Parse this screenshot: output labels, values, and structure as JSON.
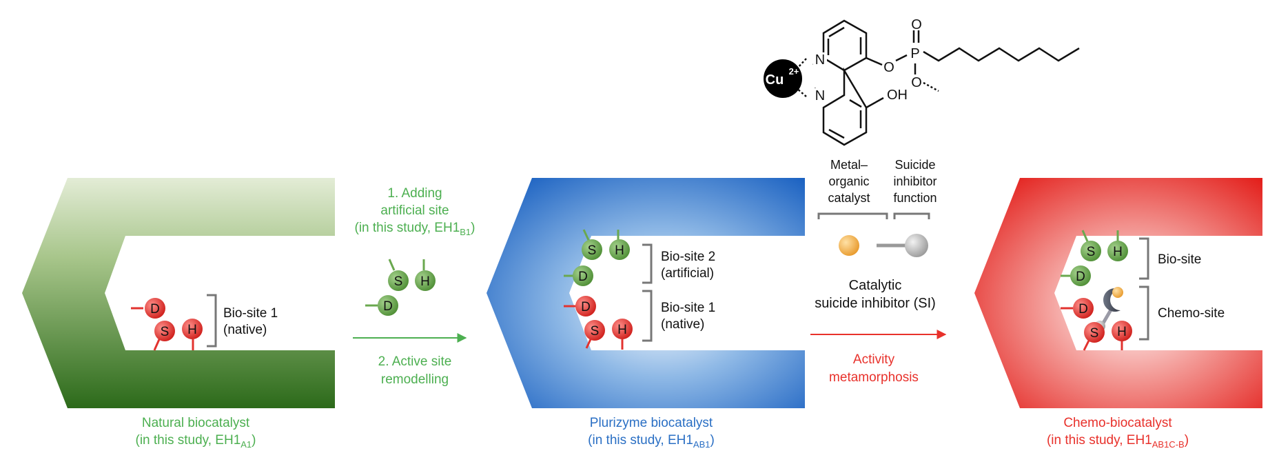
{
  "colors": {
    "green_text": "#4caf50",
    "green_dark": "#2e6a1c",
    "green_light": "#d7e4c5",
    "blue_text": "#2a6fc4",
    "blue_dark": "#1f66c4",
    "red_text": "#e8312b",
    "red_dark": "#e52420",
    "residue_red": "#e2332f",
    "residue_green": "#6aa84f",
    "black": "#111111"
  },
  "residues": {
    "d": "D",
    "s": "S",
    "h": "H"
  },
  "panel1": {
    "bracket_line1": "Bio-site 1",
    "bracket_line2": "(native)",
    "caption_line1": "Natural biocatalyst",
    "caption_line2_prefix": "(in this study, EH1",
    "caption_sub": "A1",
    "caption_suffix": ")"
  },
  "arrow1": {
    "top_line1": "1. Adding",
    "top_line2": "artificial site",
    "top_line3_prefix": "(in this study, EH1",
    "top_sub": "B1",
    "top_suffix": ")",
    "bottom_line1": "2. Active site",
    "bottom_line2": "remodelling"
  },
  "panel2": {
    "bracket2_line1": "Bio-site 2",
    "bracket2_line2": "(artificial)",
    "bracket1_line1": "Bio-site 1",
    "bracket1_line2": "(native)",
    "caption_line1": "Plurizyme biocatalyst",
    "caption_line2_prefix": "(in this study, EH1",
    "caption_sub": "AB1",
    "caption_suffix": ")"
  },
  "molecule": {
    "metal": "Cu",
    "charge": "2+",
    "n_top": "N",
    "n_bottom": "N",
    "o_ester": "O",
    "p": "P",
    "o_double": "O",
    "o_methoxy": "O",
    "oh": "OH"
  },
  "si_legend": {
    "label1_line1": "Metal–",
    "label1_line2": "organic",
    "label1_line3": "catalyst",
    "label2_line1": "Suicide",
    "label2_line2": "inhibitor",
    "label2_line3": "function",
    "name_line1": "Catalytic",
    "name_line2": "suicide inhibitor (SI)"
  },
  "arrow2": {
    "bottom_line1": "Activity",
    "bottom_line2": "metamorphosis"
  },
  "panel3": {
    "bracket_bio": "Bio-site",
    "bracket_chemo": "Chemo-site",
    "caption_line1": "Chemo-biocatalyst",
    "caption_line2_prefix": "(in this study, EH1",
    "caption_sub": "AB1C-B",
    "caption_suffix": ")"
  }
}
